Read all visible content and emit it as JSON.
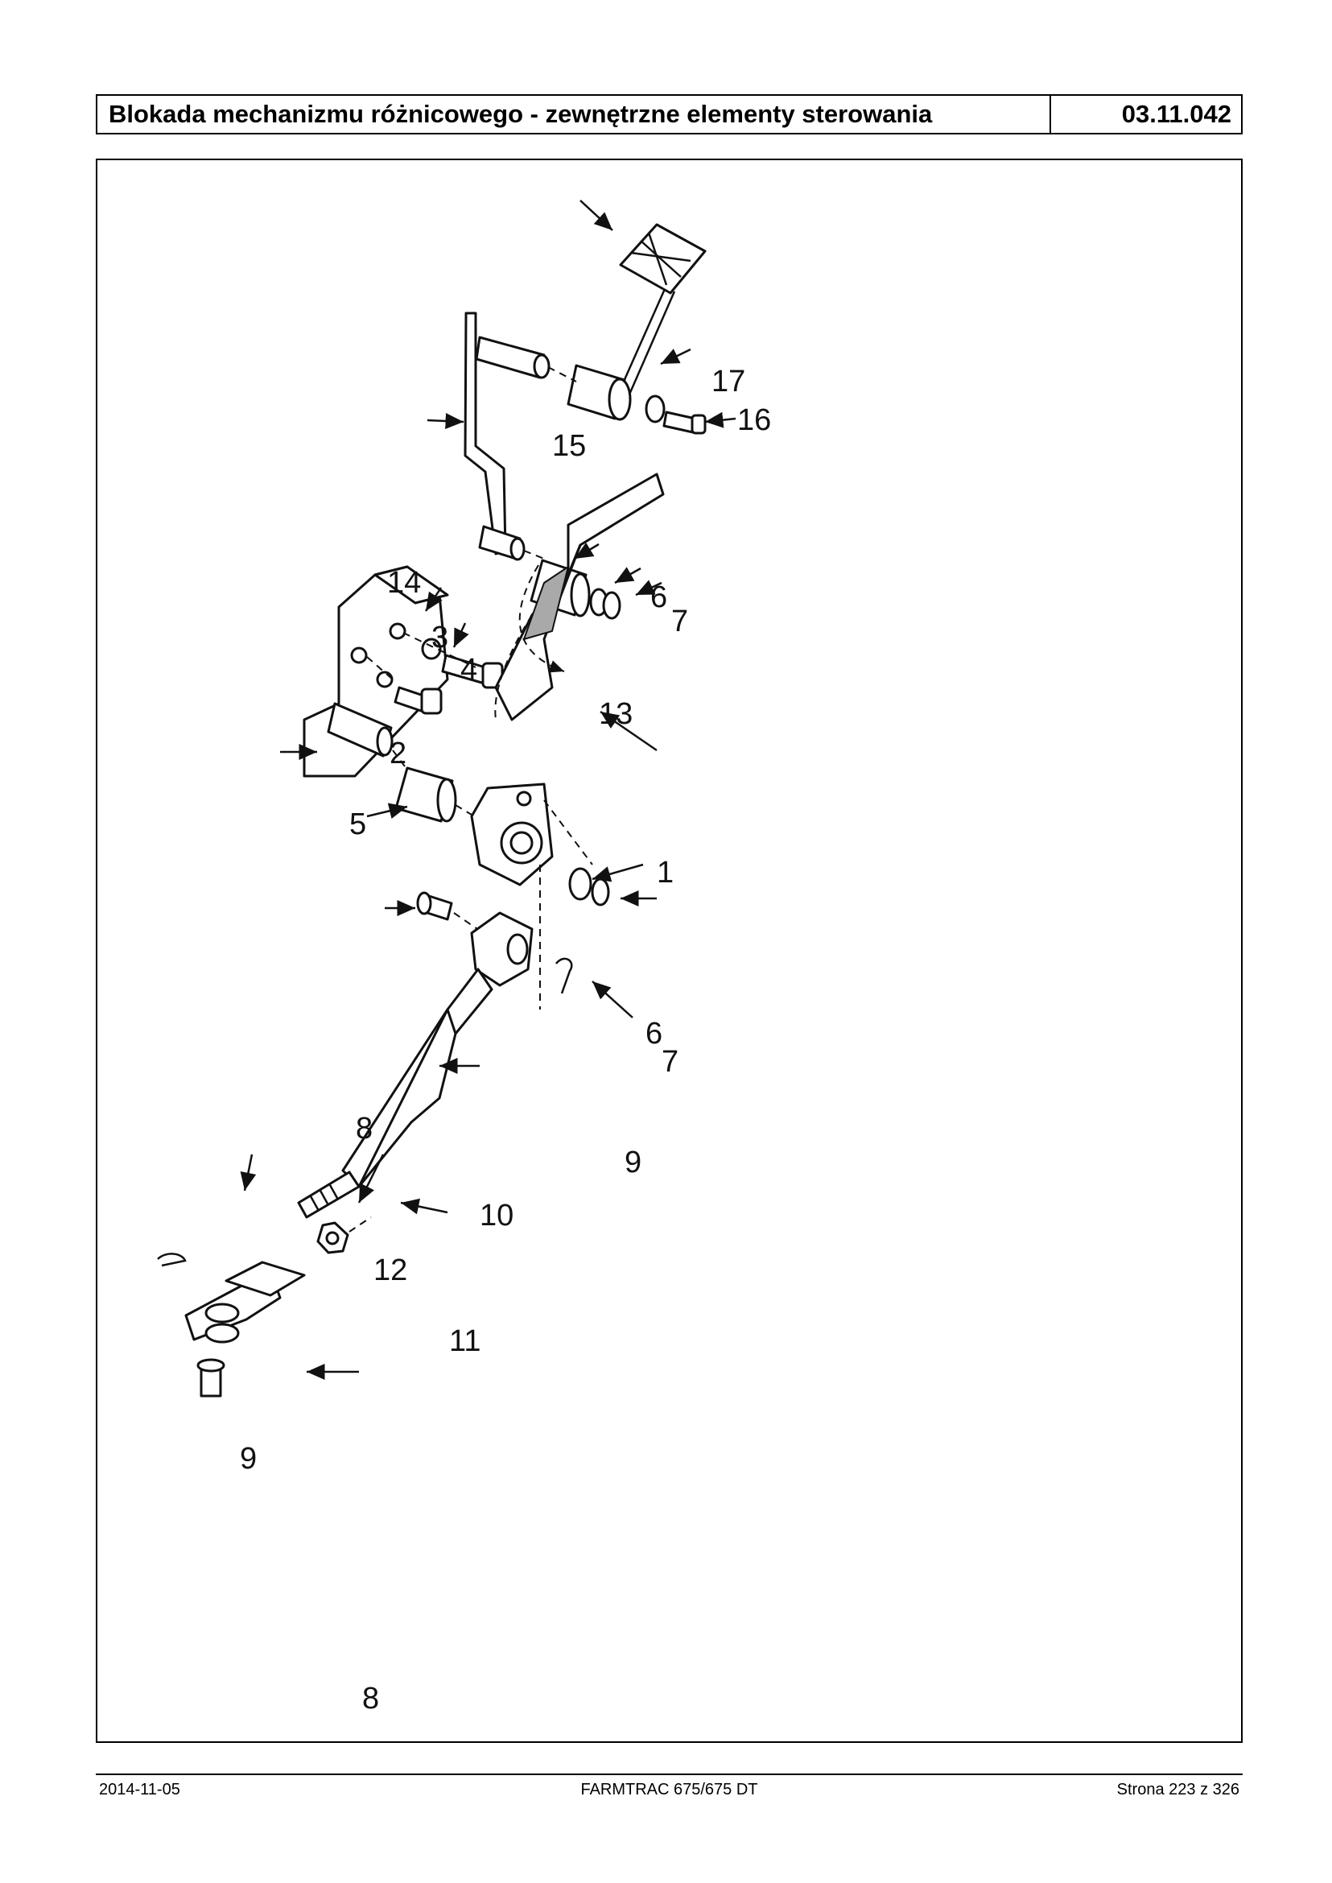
{
  "header": {
    "title": "Blokada mechanizmu różnicowego - zewnętrzne elementy sterowania",
    "code": "03.11.042"
  },
  "diagram": {
    "callouts": [
      "1",
      "2",
      "3",
      "4",
      "5",
      "6",
      "7",
      "8",
      "9",
      "10",
      "11",
      "12",
      "13",
      "14",
      "15",
      "16",
      "17",
      "6",
      "7",
      "8",
      "9"
    ]
  },
  "footer": {
    "date": "2014-11-05",
    "model": "FARMTRAC 675/675 DT",
    "page": "Strona 223 z 326"
  }
}
